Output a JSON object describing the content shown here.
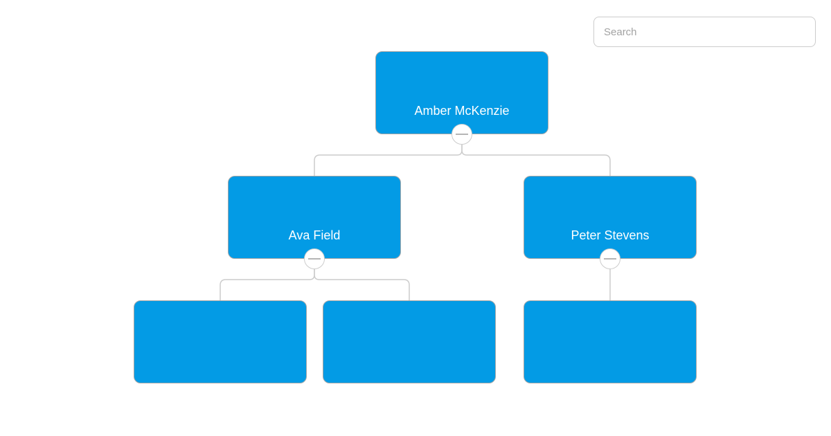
{
  "search": {
    "placeholder": "Search"
  },
  "org_chart": {
    "colors": {
      "node_fill": "#039BE5",
      "node_border": "#a6a6a6",
      "link": "#cccccc",
      "label_text": "#ffffff",
      "toggle_fill": "#ffffff",
      "toggle_border": "#cccccc",
      "toggle_minus": "#b5b5b5"
    },
    "nodes": [
      {
        "id": "amber-mckenzie",
        "label": "Amber McKenzie",
        "parent": null,
        "collapsed": false
      },
      {
        "id": "ava-field",
        "label": "Ava Field",
        "parent": "amber-mckenzie",
        "collapsed": false
      },
      {
        "id": "peter-stevens",
        "label": "Peter Stevens",
        "parent": "amber-mckenzie",
        "collapsed": false
      },
      {
        "id": "child-1",
        "label": "",
        "parent": "ava-field"
      },
      {
        "id": "child-2",
        "label": "",
        "parent": "ava-field"
      },
      {
        "id": "child-3",
        "label": "",
        "parent": "peter-stevens"
      }
    ],
    "toggle_glyph": "minus"
  }
}
